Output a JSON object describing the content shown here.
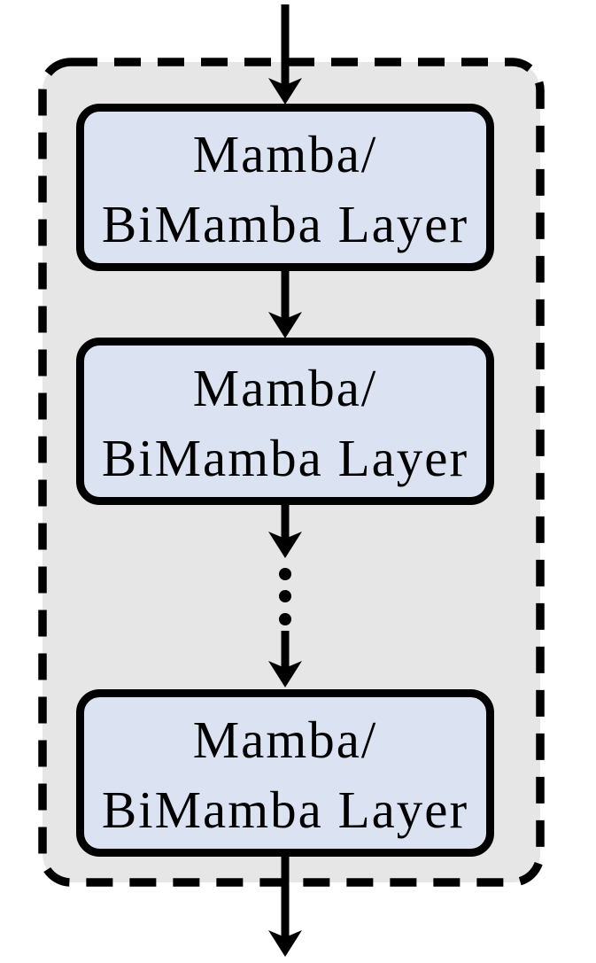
{
  "diagram": {
    "container": {
      "fill": "#e6e6e6",
      "border_color": "#000000",
      "border_style": "dashed"
    },
    "box": {
      "fill": "#dbe3f3",
      "border_color": "#000000"
    },
    "layers": [
      {
        "label_line1": "Mamba/",
        "label_line2": "BiMamba Layer"
      },
      {
        "label_line1": "Mamba/",
        "label_line2": "BiMamba Layer"
      },
      {
        "label_line1": "Mamba/",
        "label_line2": "BiMamba Layer"
      }
    ],
    "icons": {
      "vertical_ellipsis": "⋮",
      "arrow_down": "↓"
    }
  }
}
